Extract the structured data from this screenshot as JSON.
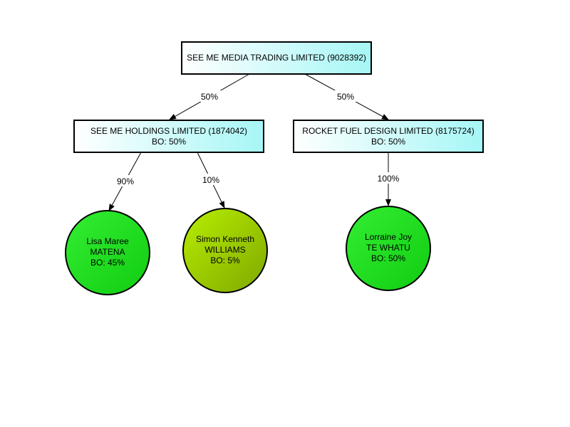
{
  "nodes": {
    "root": {
      "lines": [
        "SEE ME MEDIA TRADING LIMITED (9028392)"
      ]
    },
    "holdings": {
      "lines": [
        "SEE ME HOLDINGS LIMITED (1874042)",
        "BO: 50%"
      ]
    },
    "rocket": {
      "lines": [
        "ROCKET FUEL DESIGN LIMITED (8175724)",
        "BO: 50%"
      ]
    },
    "lisa": {
      "lines": [
        "Lisa Maree",
        "MATENA",
        "BO: 45%"
      ],
      "color": "#22dd22"
    },
    "simon": {
      "lines": [
        "Simon Kenneth",
        "WILLIAMS",
        "BO: 5%"
      ],
      "color": "#99cc00"
    },
    "lorraine": {
      "lines": [
        "Lorraine Joy",
        "TE WHATU",
        "BO: 50%"
      ],
      "color": "#22dd22"
    }
  },
  "edges": {
    "root_holdings": "50%",
    "root_rocket": "50%",
    "holdings_lisa": "90%",
    "holdings_simon": "10%",
    "rocket_lorraine": "100%"
  },
  "colors": {
    "company_fill_start": "#ffffff",
    "company_fill_end": "#a8f8f8",
    "person_green": "#22dd22",
    "person_olive": "#99cc00"
  }
}
